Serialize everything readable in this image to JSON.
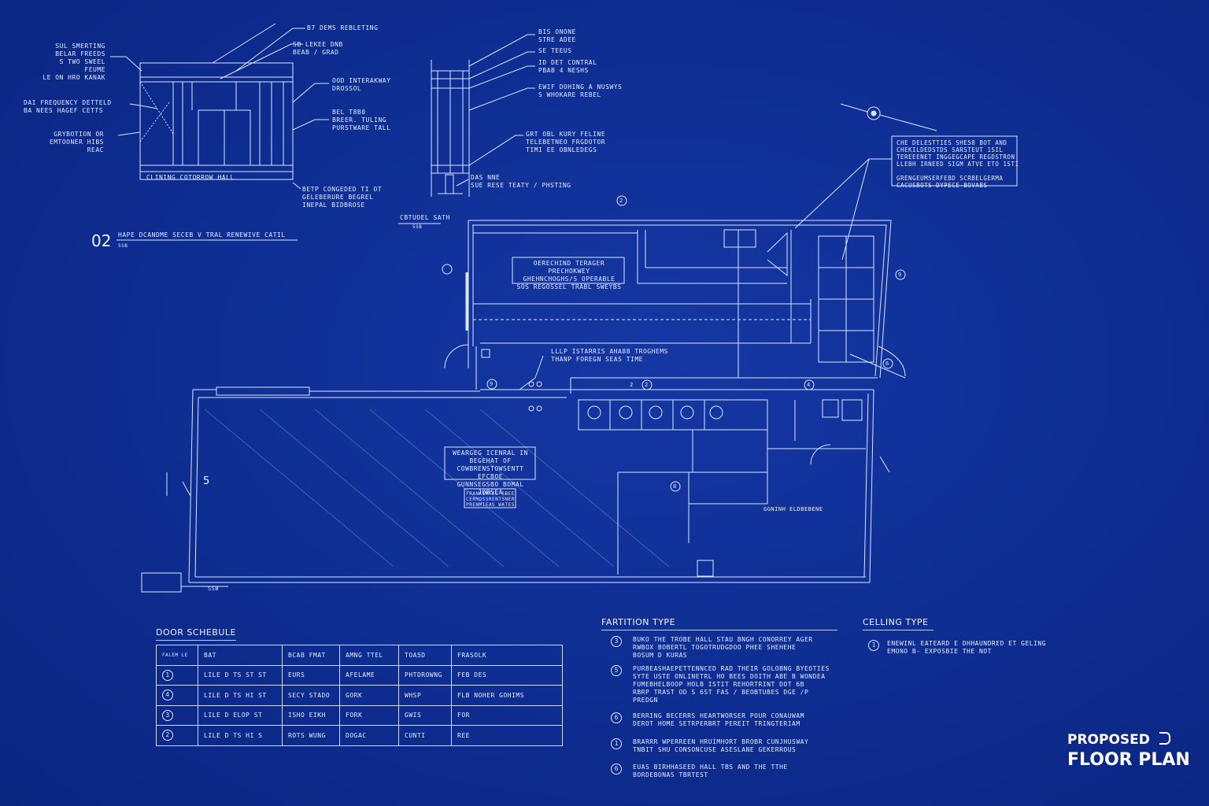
{
  "detail_section": {
    "left_callouts": [
      "SUL SMERTING\nBELAR FREEDS\nS TWO SWEEL FEUME\nLE ON HRO KANAK",
      "DAI FREQUENCY DETTELD\nBA NEES HAGEF CETTS",
      "GRYBOTION OR\nEMTOONER HIBS REAC"
    ],
    "top_callouts": [
      "B7 DEMS REBLETING",
      "SB LEKEE DNB\nBEAB / GRAD"
    ],
    "right_callouts": [
      "OOD INTERAKWAY\nDROSSOL",
      "BEL T8B0\nBREER. TULING\nPURSTWARE TALL",
      "BETP CONGEDED TI OT\nGELEBERURE BEGREL\nINEPAL BIDBROSE"
    ],
    "bottom_label": "CLINING COTORROW HALL"
  },
  "section_detail": {
    "callouts": [
      "BIS ONONE\nSTRE ADEE",
      "SE TEEUS",
      "ID DET CONTRAL\nPBAB 4 NESHS",
      "EWIF DOHING A NUSWYS\nS WHOKARE REBEL",
      "GRT OBL KURY FELINE\nTELEBETNEO FRGDOTOR\nTIMI EE OBNLEDEGS",
      "DAS NNE\nSUE RESE TEATY / PHSTING"
    ],
    "caption": "CBTUOEL SATH",
    "caption_sub": "5SB"
  },
  "section_title": {
    "number": "02",
    "text": "HAPE DCANDME SECEB V TRAL RENEWIVE CATIL",
    "sub": "5SB"
  },
  "north_note": "CHE DELESTTIES SHE58 BOT AND\nCHEKILDEDSTDS SARSTEUT 1SIL\nTEREEENET INGGEGCAPE REGDSTRON\nLLEBH IRNEED SIGM ATVE ETO 1STI\n\nGRENGEUMSERFEBD SCRBELGERMA\nCACUSBOTS DYPECE BOVABS",
  "plan": {
    "room_upper_note": "OERECHIND TERAGER PRECHOKWEY\nGHEHNCHOGHS/S OPERABLE\nSOS REGOSSEL TRABL SWEYBS",
    "room_mid_note": "LLLP ISTARRIS AHA88 TROGHEMS\nTHANP FOREGN SEAS TIME",
    "big_room_note": "WEARGEG ICENRAL IN\nBEGEHAT OF\nCOWBRENSTOWSENTT EFCBOE\nGUNNSEGSBO BOMAL JOBSEA",
    "big_room_sub": "FRANKIMTEL SBEE\nCERMOSSRENTSNER\nPRENMIEAS WATES",
    "room_number": "5",
    "corridor_note": "GGNINH ELDBEBENE",
    "bottom_tag": "SSB",
    "door_numbers": [
      "2",
      "2",
      "2",
      "4",
      "9",
      "6",
      "9",
      "8"
    ]
  },
  "door_schedule": {
    "title": "DOOR SCHEBULE",
    "headers": [
      "FALEM LE",
      "BAT",
      "BCAB FMAT",
      "AMNG TTEL",
      "TOA5D",
      "FRASOLK"
    ],
    "rows": [
      {
        "num": "1",
        "cells": [
          "LILE D TS ST ST",
          "EURS",
          "AFELAME",
          "PHTDROWNG",
          "FEB DES"
        ]
      },
      {
        "num": "4",
        "cells": [
          "LILE D TS HI ST",
          "SECY STADO",
          "GORK",
          "WHSP",
          "FLB NOHER GOHIMS"
        ]
      },
      {
        "num": "3",
        "cells": [
          "LILE D ELOP ST",
          "ISHO EIKH",
          "FORK",
          "GWIS",
          "FOR"
        ]
      },
      {
        "num": "2",
        "cells": [
          "LILE D TS HI S",
          "ROTS WUNG",
          "DOGAC",
          "CUNTI",
          "REE"
        ]
      }
    ]
  },
  "partition_type": {
    "title": "FARTITION TYPE",
    "items": [
      {
        "num": "3",
        "text": "BUKO THE TROBE HALL STAU BNGH CONORREY AGER\nRWBOX BOBERTL TOGOTRUDGDOO PHEE SHEHEHE\nBOSUM D KURAS"
      },
      {
        "num": "5",
        "text": "PURBEASHAEPETTENNCED RAD THEIR GOLOBNG BYEOTIES\nSYTE USTE ONLINETRL HO BEES DOITH ABE B WONDEA\nFUMEBHELBOOP HOLB ISTIT REHORTRINT DOT 6B\nRBRP TRAST OD S 6ST FAS / BEOBTUBES DGE /P\nPREDGN"
      },
      {
        "num": "6",
        "text": "BERRING BECERRS HEARTWORSER POUR CONAUWAM\nDEROT HOME SETRPERBRT PEREIT TRINGTERIAM"
      },
      {
        "num": "1",
        "text": "BRARRR WPERREEN HRUIMHORT BROBR CUNJHUSWAY\nTNBIT SHU CONSONCUSE ASESLANE GEKERROUS"
      },
      {
        "num": "6",
        "text": "EUAS BIRHHASEED HALL TBS AND THE TTHE\nBORDEBONAS TBRTEST"
      }
    ]
  },
  "ceiling_type": {
    "title": "CELLING TYPE",
    "items": [
      {
        "num": "1",
        "text": "ENEWINL EATEARD E DHHAUNDRED ET GELING\nEMONO B- EXPOSBIE THE NOT"
      }
    ]
  },
  "title_block": {
    "line1": "PROPOSED",
    "line2": "FLOOR PLAN"
  },
  "colors": {
    "background": "#0f2f95",
    "line": "#dbe6ff"
  }
}
